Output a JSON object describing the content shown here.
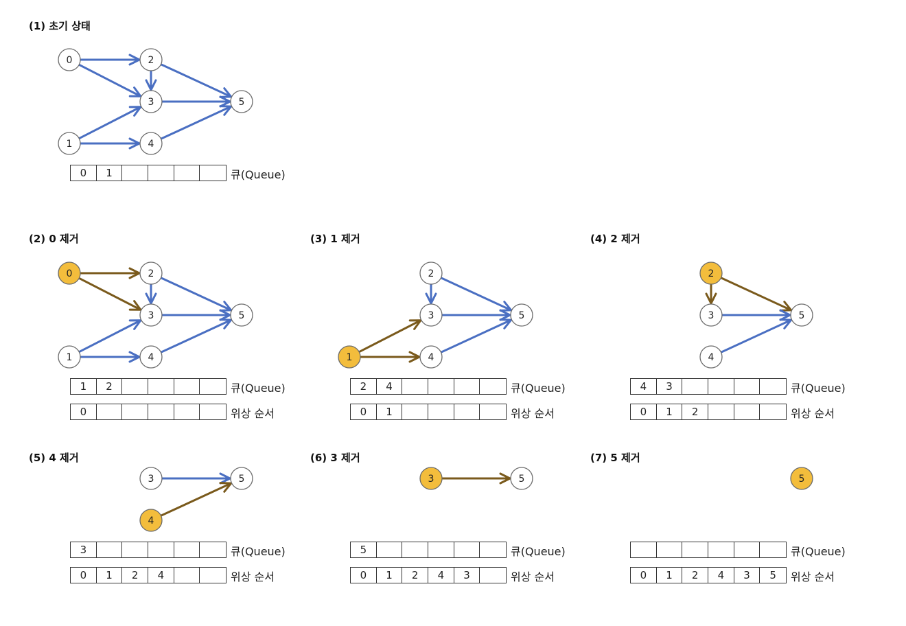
{
  "colors": {
    "edge_active": "#4a6fc2",
    "edge_removed": "#7a5a1c",
    "node_fill": "#ffffff",
    "node_highlight": "#f3bd3c",
    "node_stroke": "#6b6b6b"
  },
  "panels": [
    {
      "title": "(1) 초기 상태",
      "nodes": [
        {
          "id": "0",
          "label": "0",
          "state": "normal"
        },
        {
          "id": "1",
          "label": "1",
          "state": "normal"
        },
        {
          "id": "2",
          "label": "2",
          "state": "normal"
        },
        {
          "id": "3",
          "label": "3",
          "state": "normal"
        },
        {
          "id": "4",
          "label": "4",
          "state": "normal"
        },
        {
          "id": "5",
          "label": "5",
          "state": "normal"
        }
      ],
      "edges": [
        {
          "from": "0",
          "to": "2",
          "state": "active"
        },
        {
          "from": "0",
          "to": "3",
          "state": "active"
        },
        {
          "from": "1",
          "to": "3",
          "state": "active"
        },
        {
          "from": "1",
          "to": "4",
          "state": "active"
        },
        {
          "from": "2",
          "to": "3",
          "state": "active"
        },
        {
          "from": "2",
          "to": "5",
          "state": "active"
        },
        {
          "from": "3",
          "to": "5",
          "state": "active"
        },
        {
          "from": "4",
          "to": "5",
          "state": "active"
        }
      ],
      "rows": [
        {
          "label": "큐(Queue)",
          "cells": [
            "0",
            "1",
            "",
            "",
            "",
            ""
          ]
        }
      ]
    },
    {
      "title": "(2) 0 제거",
      "nodes": [
        {
          "id": "0",
          "label": "0",
          "state": "highlight"
        },
        {
          "id": "1",
          "label": "1",
          "state": "normal"
        },
        {
          "id": "2",
          "label": "2",
          "state": "normal"
        },
        {
          "id": "3",
          "label": "3",
          "state": "normal"
        },
        {
          "id": "4",
          "label": "4",
          "state": "normal"
        },
        {
          "id": "5",
          "label": "5",
          "state": "normal"
        }
      ],
      "edges": [
        {
          "from": "0",
          "to": "2",
          "state": "removed"
        },
        {
          "from": "0",
          "to": "3",
          "state": "removed"
        },
        {
          "from": "1",
          "to": "3",
          "state": "active"
        },
        {
          "from": "1",
          "to": "4",
          "state": "active"
        },
        {
          "from": "2",
          "to": "3",
          "state": "active"
        },
        {
          "from": "2",
          "to": "5",
          "state": "active"
        },
        {
          "from": "3",
          "to": "5",
          "state": "active"
        },
        {
          "from": "4",
          "to": "5",
          "state": "active"
        }
      ],
      "rows": [
        {
          "label": "큐(Queue)",
          "cells": [
            "1",
            "2",
            "",
            "",
            "",
            ""
          ]
        },
        {
          "label": "위상 순서",
          "cells": [
            "0",
            "",
            "",
            "",
            "",
            ""
          ]
        }
      ]
    },
    {
      "title": "(3) 1 제거",
      "nodes": [
        {
          "id": "1",
          "label": "1",
          "state": "highlight"
        },
        {
          "id": "2",
          "label": "2",
          "state": "normal"
        },
        {
          "id": "3",
          "label": "3",
          "state": "normal"
        },
        {
          "id": "4",
          "label": "4",
          "state": "normal"
        },
        {
          "id": "5",
          "label": "5",
          "state": "normal"
        }
      ],
      "edges": [
        {
          "from": "1",
          "to": "3",
          "state": "removed"
        },
        {
          "from": "1",
          "to": "4",
          "state": "removed"
        },
        {
          "from": "2",
          "to": "3",
          "state": "active"
        },
        {
          "from": "2",
          "to": "5",
          "state": "active"
        },
        {
          "from": "3",
          "to": "5",
          "state": "active"
        },
        {
          "from": "4",
          "to": "5",
          "state": "active"
        }
      ],
      "rows": [
        {
          "label": "큐(Queue)",
          "cells": [
            "2",
            "4",
            "",
            "",
            "",
            ""
          ]
        },
        {
          "label": "위상 순서",
          "cells": [
            "0",
            "1",
            "",
            "",
            "",
            ""
          ]
        }
      ]
    },
    {
      "title": "(4) 2 제거",
      "nodes": [
        {
          "id": "2",
          "label": "2",
          "state": "highlight"
        },
        {
          "id": "3",
          "label": "3",
          "state": "normal"
        },
        {
          "id": "4",
          "label": "4",
          "state": "normal"
        },
        {
          "id": "5",
          "label": "5",
          "state": "normal"
        }
      ],
      "edges": [
        {
          "from": "2",
          "to": "3",
          "state": "removed"
        },
        {
          "from": "2",
          "to": "5",
          "state": "removed"
        },
        {
          "from": "3",
          "to": "5",
          "state": "active"
        },
        {
          "from": "4",
          "to": "5",
          "state": "active"
        }
      ],
      "rows": [
        {
          "label": "큐(Queue)",
          "cells": [
            "4",
            "3",
            "",
            "",
            "",
            ""
          ]
        },
        {
          "label": "위상 순서",
          "cells": [
            "0",
            "1",
            "2",
            "",
            "",
            ""
          ]
        }
      ]
    },
    {
      "title": "(5) 4 제거",
      "nodes": [
        {
          "id": "3",
          "label": "3",
          "state": "normal"
        },
        {
          "id": "4",
          "label": "4",
          "state": "highlight"
        },
        {
          "id": "5",
          "label": "5",
          "state": "normal"
        }
      ],
      "edges": [
        {
          "from": "3",
          "to": "5",
          "state": "active"
        },
        {
          "from": "4",
          "to": "5",
          "state": "removed"
        }
      ],
      "rows": [
        {
          "label": "큐(Queue)",
          "cells": [
            "3",
            "",
            "",
            "",
            "",
            ""
          ]
        },
        {
          "label": "위상 순서",
          "cells": [
            "0",
            "1",
            "2",
            "4",
            "",
            ""
          ]
        }
      ]
    },
    {
      "title": "(6) 3 제거",
      "nodes": [
        {
          "id": "3",
          "label": "3",
          "state": "highlight"
        },
        {
          "id": "5",
          "label": "5",
          "state": "normal"
        }
      ],
      "edges": [
        {
          "from": "3",
          "to": "5",
          "state": "removed"
        }
      ],
      "rows": [
        {
          "label": "큐(Queue)",
          "cells": [
            "5",
            "",
            "",
            "",
            "",
            ""
          ]
        },
        {
          "label": "위상 순서",
          "cells": [
            "0",
            "1",
            "2",
            "4",
            "3",
            ""
          ]
        }
      ]
    },
    {
      "title": "(7) 5 제거",
      "nodes": [
        {
          "id": "5",
          "label": "5",
          "state": "highlight"
        }
      ],
      "edges": [],
      "rows": [
        {
          "label": "큐(Queue)",
          "cells": [
            "",
            "",
            "",
            "",
            "",
            ""
          ]
        },
        {
          "label": "위상 순서",
          "cells": [
            "0",
            "1",
            "2",
            "4",
            "3",
            "5"
          ]
        }
      ]
    }
  ]
}
